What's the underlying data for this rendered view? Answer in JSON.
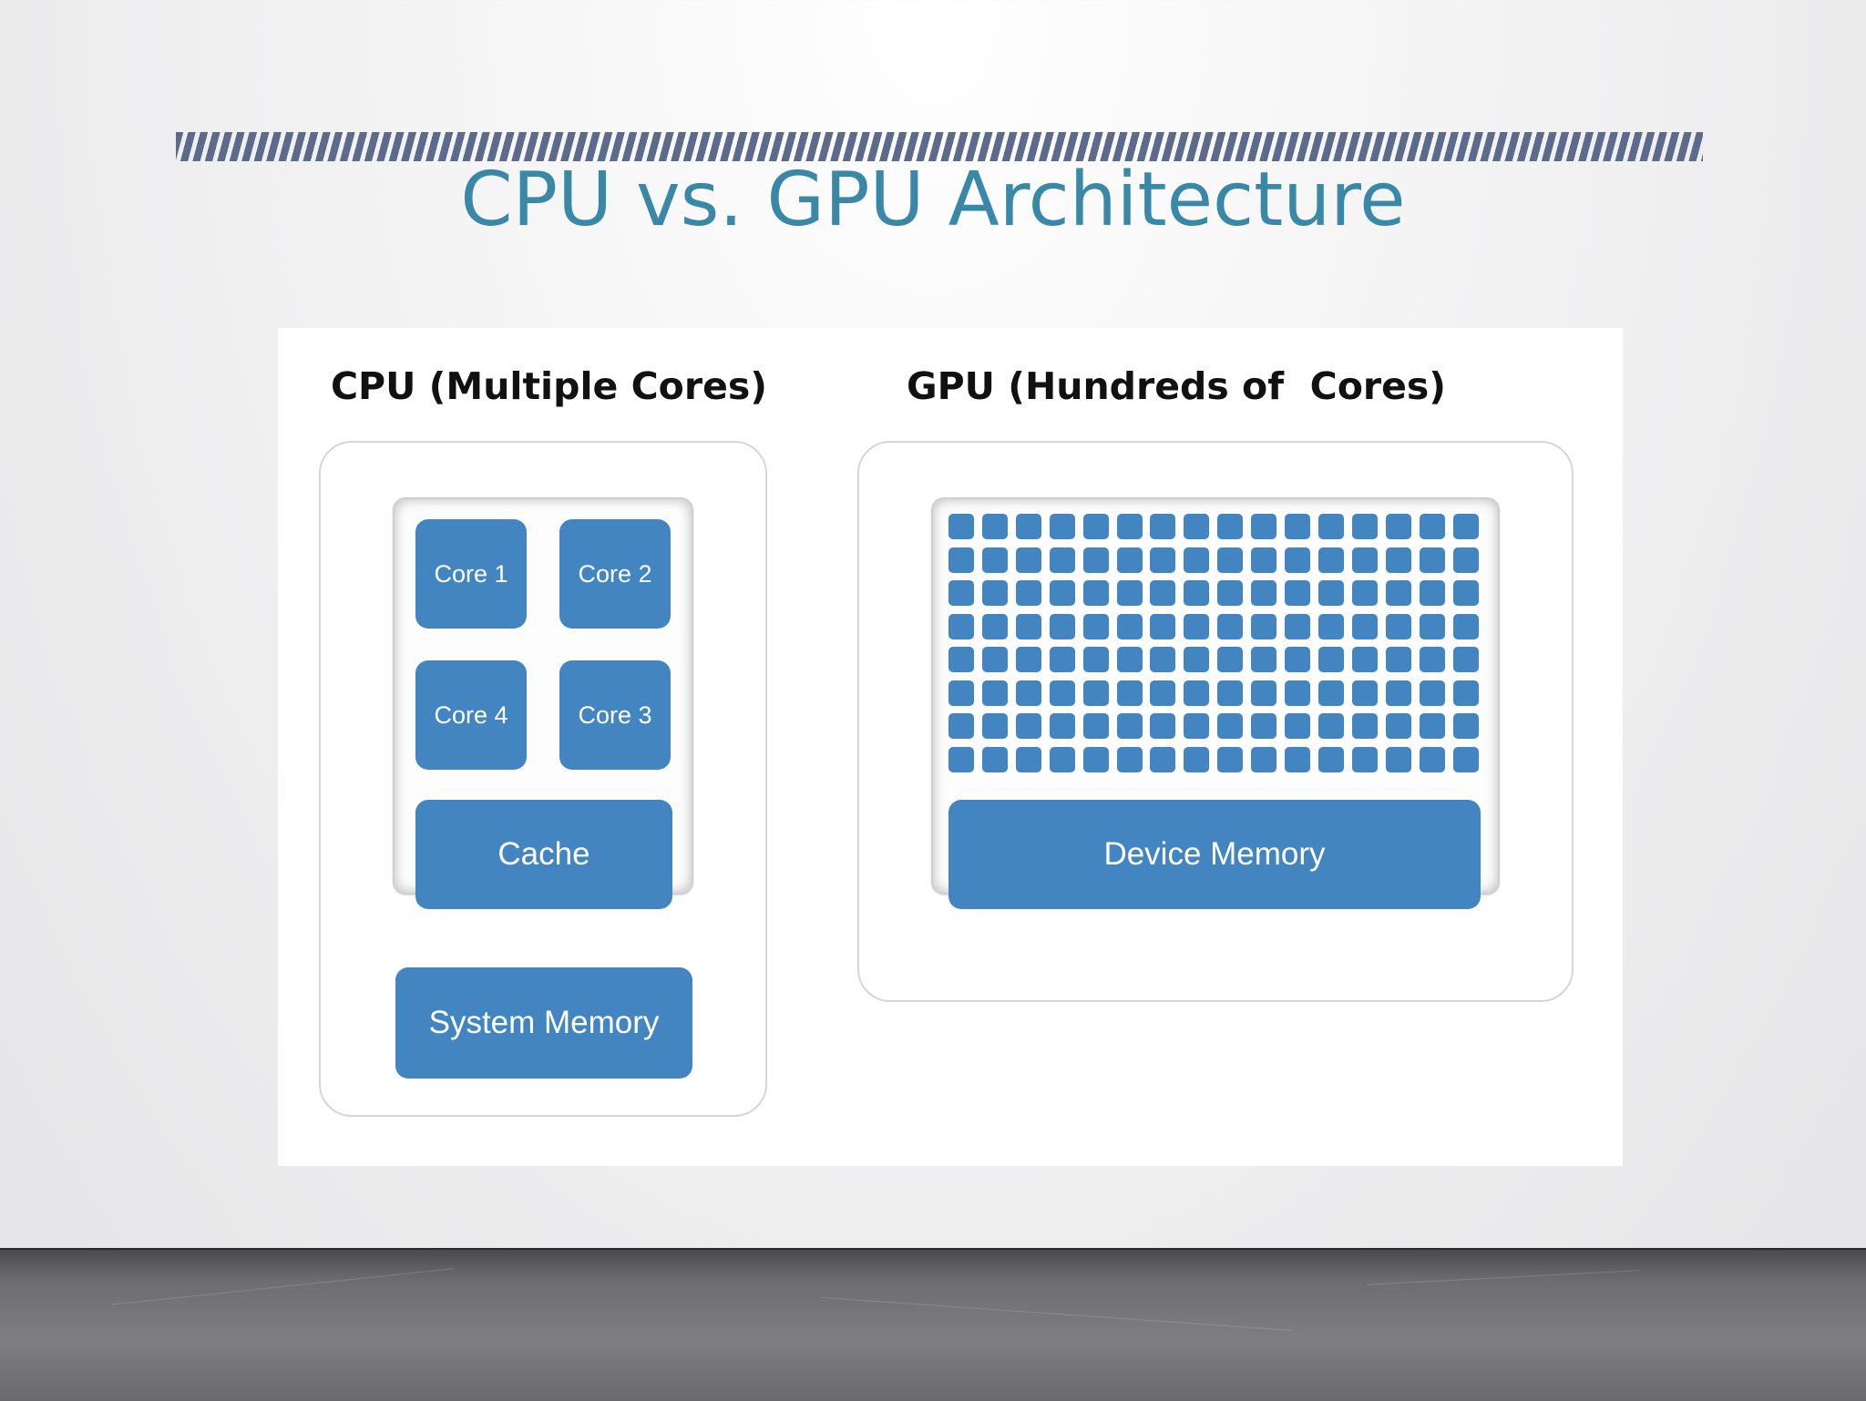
{
  "slide": {
    "title": "CPU vs. GPU Architecture"
  },
  "cpu": {
    "heading": "CPU (Multiple Cores)",
    "cores": [
      "Core 1",
      "Core 2",
      "Core 4",
      "Core 3"
    ],
    "cache_label": "Cache",
    "system_memory_label": "System Memory"
  },
  "gpu": {
    "heading": "GPU (Hundreds of  Cores)",
    "core_grid": {
      "rows": 8,
      "cols": 16
    },
    "device_memory_label": "Device Memory"
  },
  "colors": {
    "title": "#3a88a8",
    "block_blue": "#4385c0",
    "stripe": "#5c6a8c"
  }
}
